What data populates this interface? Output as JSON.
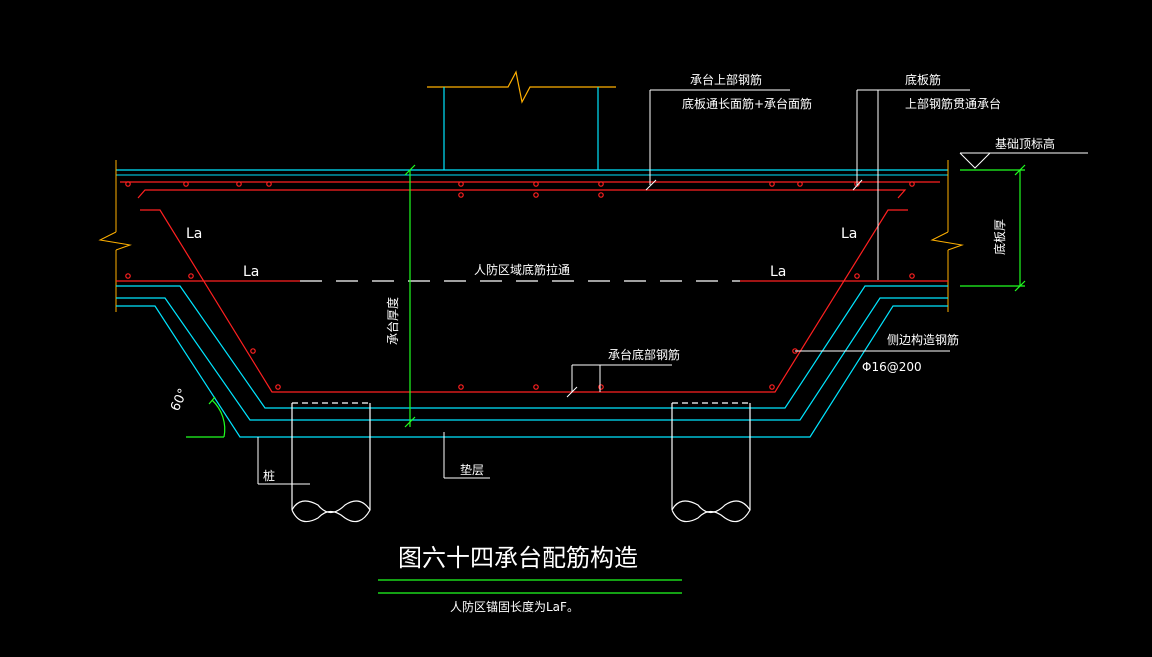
{
  "title": "图六十四承台配筋构造",
  "note": "人防区锚固长度为LaF。",
  "labels": {
    "cap_top_rebar": "承台上部钢筋",
    "slab_top_plus_cap": "底板通长面筋+承台面筋",
    "slab_rebar": "底板筋",
    "top_rebar_through": "上部钢筋贯通承台",
    "foundation_top_elev": "基础顶标高",
    "slab_thickness": "底板厚",
    "cap_thickness": "承台厚度",
    "civil_defense_through": "人防区域底筋拉通",
    "cap_bottom_rebar": "承台底部钢筋",
    "side_rebar": "侧边构造钢筋",
    "side_rebar_spec": "Φ16@200",
    "pile": "桩",
    "cushion": "垫层",
    "angle": "60°",
    "la": "La"
  },
  "colors": {
    "background": "#000000",
    "rebar": "#ff2020",
    "outline": "#00e5ff",
    "column": "#ffb000",
    "dimension": "#20ff20",
    "text": "#ffffff"
  }
}
